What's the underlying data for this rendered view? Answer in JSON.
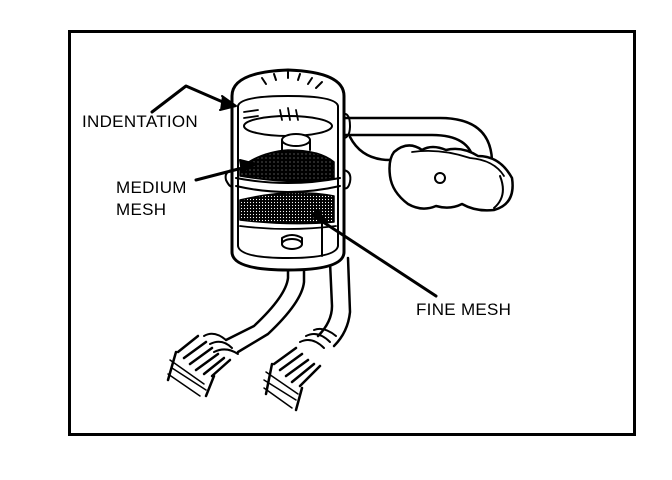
{
  "labels": {
    "indentation": "INDENTATION",
    "medium": "MEDIUM",
    "mesh": "MESH",
    "fine_mesh": "FINE MESH"
  },
  "colors": {
    "ink": "#000000",
    "paper": "#ffffff"
  }
}
